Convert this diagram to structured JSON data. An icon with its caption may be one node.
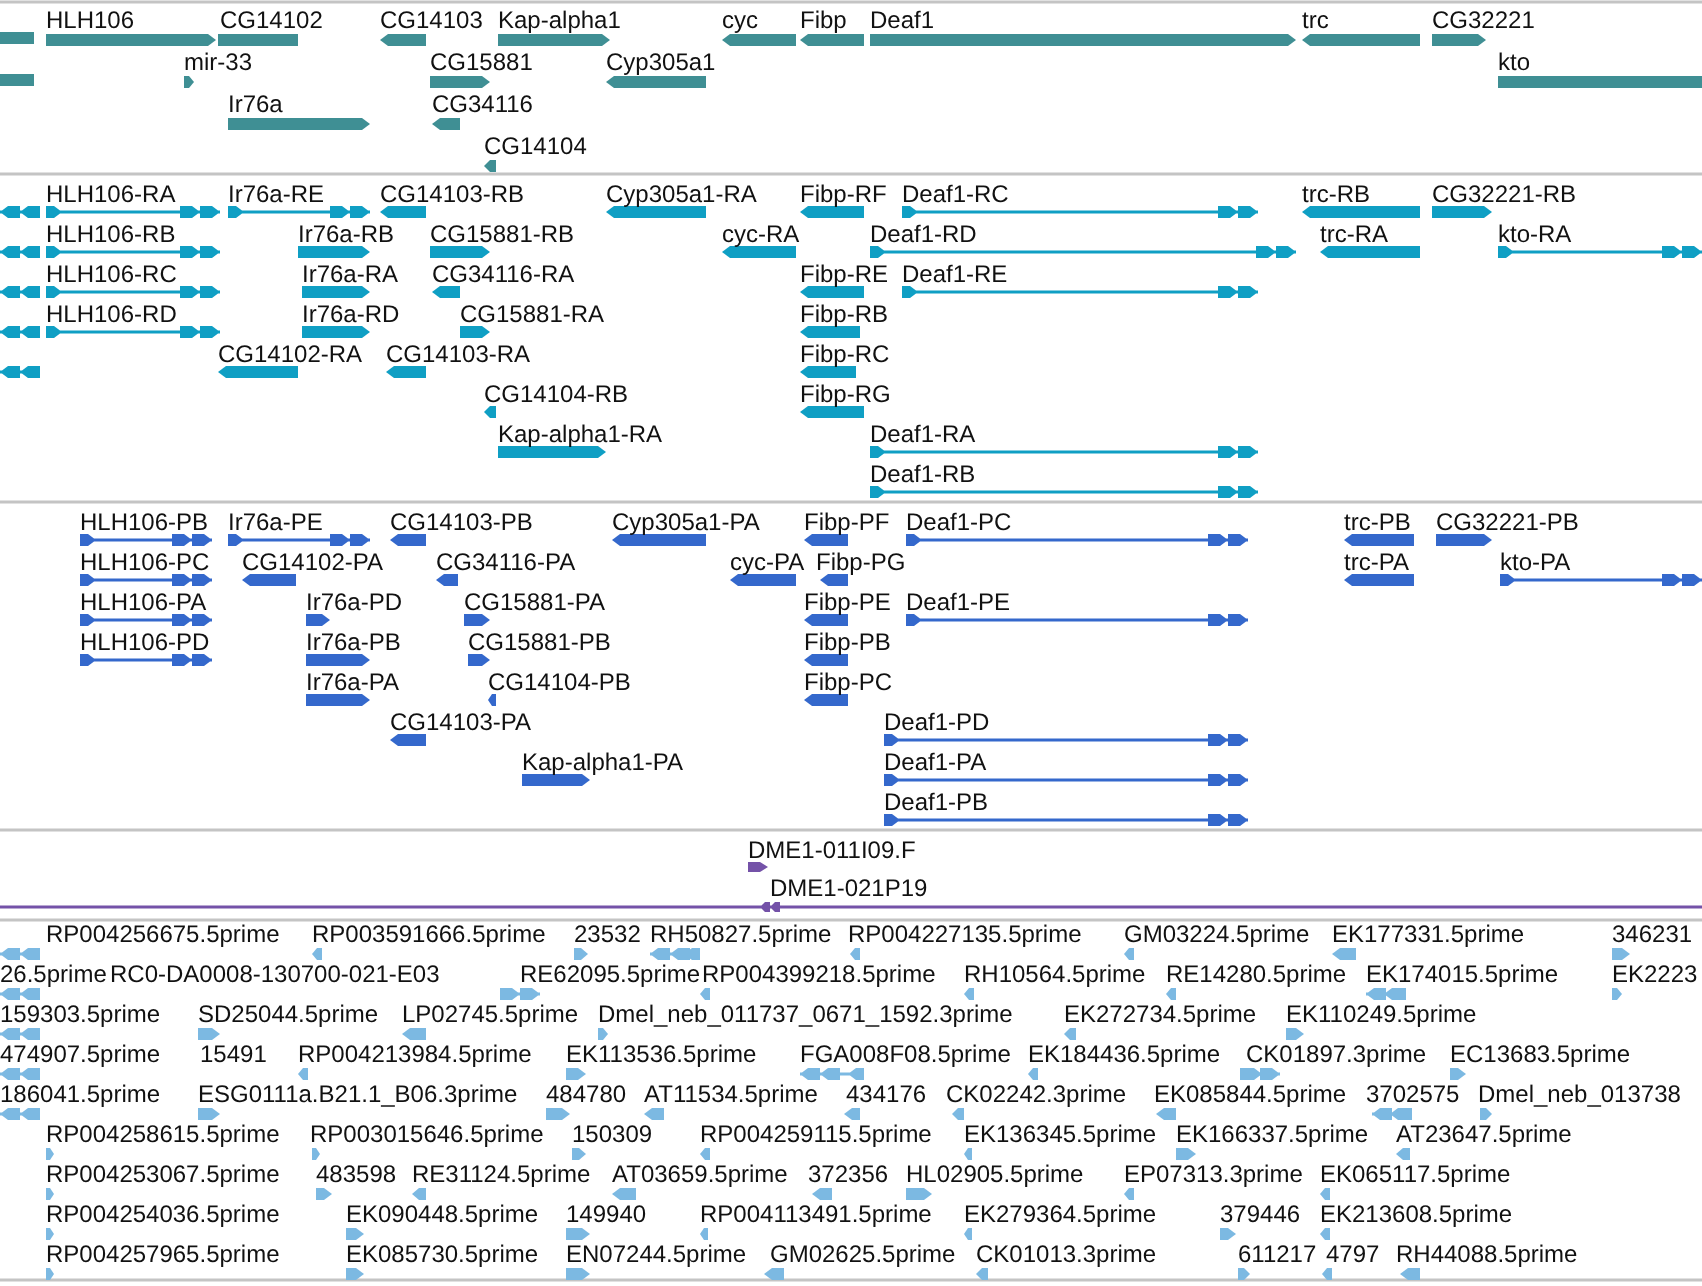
{
  "diagram": {
    "labels": [
      "HLH106",
      "CG14102",
      "CG14103",
      "Kap-alpha1",
      "cyc",
      "Fibp",
      "Deaf1",
      "trc",
      "CG32221",
      "mir-33",
      "CG15881",
      "Cyp305a1",
      "kto",
      "Ir76a",
      "CG34116",
      "CG14104",
      "HLH106-RA",
      "Ir76a-RE",
      "CG14103-RB",
      "Cyp305a1-RA",
      "Fibp-RF",
      "Deaf1-RC",
      "trc-RB",
      "CG32221-RB",
      "HLH106-RB",
      "Ir76a-RB",
      "CG15881-RB",
      "cyc-RA",
      "Deaf1-RD",
      "trc-RA",
      "kto-RA",
      "HLH106-RC",
      "Ir76a-RA",
      "CG34116-RA",
      "Fibp-RE",
      "Deaf1-RE",
      "HLH106-RD",
      "Ir76a-RD",
      "CG15881-RA",
      "Fibp-RB",
      "CG14102-RA",
      "CG14103-RA",
      "Fibp-RC",
      "CG14104-RB",
      "Fibp-RG",
      "Kap-alpha1-RA",
      "Deaf1-RA",
      "Deaf1-RB",
      "HLH106-PB",
      "Ir76a-PE",
      "CG14103-PB",
      "Cyp305a1-PA",
      "Fibp-PF",
      "Deaf1-PC",
      "trc-PB",
      "CG32221-PB",
      "HLH106-PC",
      "CG14102-PA",
      "CG34116-PA",
      "cyc-PA",
      "Fibp-PG",
      "trc-PA",
      "kto-PA",
      "HLH106-PA",
      "Ir76a-PD",
      "CG15881-PA",
      "Fibp-PE",
      "Deaf1-PE",
      "HLH106-PD",
      "Ir76a-PB",
      "CG15881-PB",
      "Fibp-PB",
      "Ir76a-PA",
      "CG14104-PB",
      "Fibp-PC",
      "CG14103-PA",
      "Deaf1-PD",
      "Kap-alpha1-PA",
      "Deaf1-PA",
      "Deaf1-PB",
      "DME1-011I09.F",
      "DME1-021P19",
      "RP004256675.5prime",
      "RP003591666.5prime",
      "23532",
      "RH50827.5prime",
      "RP004227135.5prime",
      "GM03224.5prime",
      "EK177331.5prime",
      "346231",
      "26.5prime",
      "RC0-DA0008-130700-021-E03",
      "RE62095.5prime",
      "RP004399218.5prime",
      "RH10564.5prime",
      "RE14280.5prime",
      "EK174015.5prime",
      "EK2223",
      "159303.5prime",
      "SD25044.5prime",
      "LP02745.5prime",
      "Dmel_neb_011737_0671_1592.3prime",
      "EK272734.5prime",
      "EK110249.5prime",
      "474907.5prime",
      "15491",
      "RP004213984.5prime",
      "EK113536.5prime",
      "FGA008F08.5prime",
      "EK184436.5prime",
      "CK01897.3prime",
      "EC13683.5prime",
      "186041.5prime",
      "ESG0111a.B21.1_B06.3prime",
      "484780",
      "AT11534.5prime",
      "434176",
      "CK02242.3prime",
      "EK085844.5prime",
      "3702575",
      "Dmel_neb_013738",
      "RP004258615.5prime",
      "RP003015646.5prime",
      "150309",
      "RP004259115.5prime",
      "EK136345.5prime",
      "EK166337.5prime",
      "AT23647.5prime",
      "RP004253067.5prime",
      "483598",
      "RE31124.5prime",
      "AT03659.5prime",
      "372356",
      "HL02905.5prime",
      "EP07313.3prime",
      "EK065117.5prime",
      "RP004254036.5prime",
      "EK090448.5prime",
      "149940",
      "RP004113491.5prime",
      "EK279364.5prime",
      "379446",
      "EK213608.5prime",
      "RP004257965.5prime",
      "EK085730.5prime",
      "EN07244.5prime",
      "GM02625.5prime",
      "CK01013.3prime",
      "611217",
      "4797",
      "RH44088.5prime"
    ]
  }
}
